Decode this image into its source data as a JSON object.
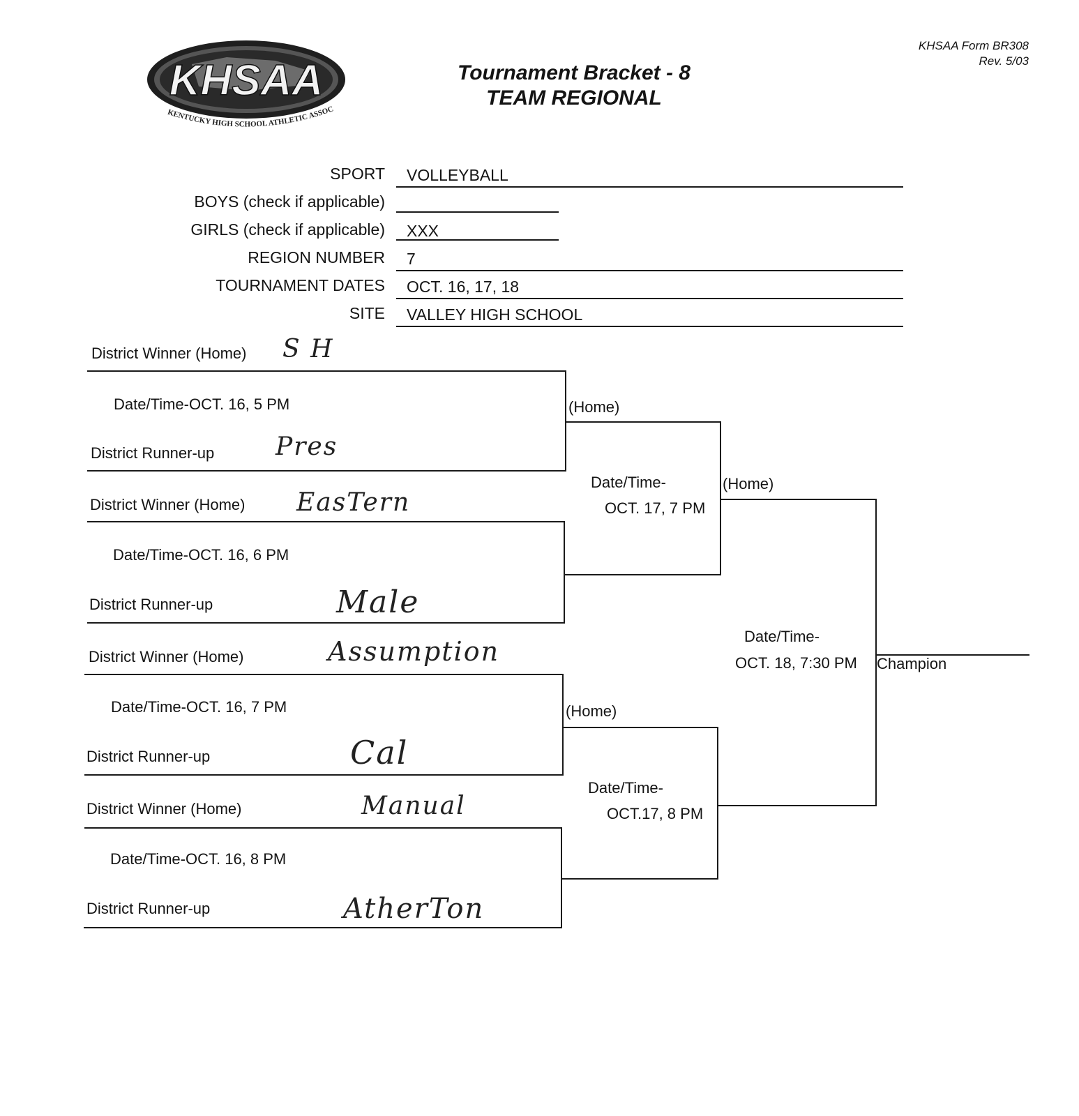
{
  "header": {
    "logo_text": "KHSAA",
    "logo_subtext": "KENTUCKY HIGH SCHOOL ATHLETIC ASSOCIATION",
    "title": "Tournament Bracket - 8",
    "subtitle": "TEAM REGIONAL",
    "form_number": "KHSAA Form BR308",
    "revision": "Rev. 5/03"
  },
  "fields": {
    "sport_label": "SPORT",
    "sport_value": "VOLLEYBALL",
    "boys_label": "BOYS (check if applicable)",
    "boys_value": "",
    "girls_label": "GIRLS (check if applicable)",
    "girls_value": "XXX",
    "region_label": "REGION NUMBER",
    "region_value": "7",
    "dates_label": "TOURNAMENT DATES",
    "dates_value": "OCT. 16, 17, 18",
    "site_label": "SITE",
    "site_value": "VALLEY HIGH SCHOOL"
  },
  "round1": [
    {
      "winner_label": "District Winner (Home)",
      "winner_team": "S H",
      "datetime": "Date/Time-OCT. 16, 5 PM",
      "runnerup_label": "District Runner-up",
      "runnerup_team": "Pres"
    },
    {
      "winner_label": "District Winner (Home)",
      "winner_team": "EasTern",
      "datetime": "Date/Time-OCT. 16, 6 PM",
      "runnerup_label": "District Runner-up",
      "runnerup_team": "Male"
    },
    {
      "winner_label": "District Winner (Home)",
      "winner_team": "Assumption",
      "datetime": "Date/Time-OCT. 16, 7 PM",
      "runnerup_label": "District Runner-up",
      "runnerup_team": "Cal"
    },
    {
      "winner_label": "District Winner (Home)",
      "winner_team": "Manual",
      "datetime": "Date/Time-OCT. 16, 8 PM",
      "runnerup_label": "District Runner-up",
      "runnerup_team": "AtherTon"
    }
  ],
  "round2": [
    {
      "home_label": "(Home)",
      "datetime_label": "Date/Time-",
      "datetime_value": "OCT. 17, 7 PM"
    },
    {
      "home_label": "(Home)",
      "datetime_label": "Date/Time-",
      "datetime_value": "OCT.17, 8 PM"
    }
  ],
  "final": {
    "home_label": "(Home)",
    "datetime_label": "Date/Time-",
    "datetime_value": "OCT. 18, 7:30 PM",
    "champion_label": "Champion"
  }
}
